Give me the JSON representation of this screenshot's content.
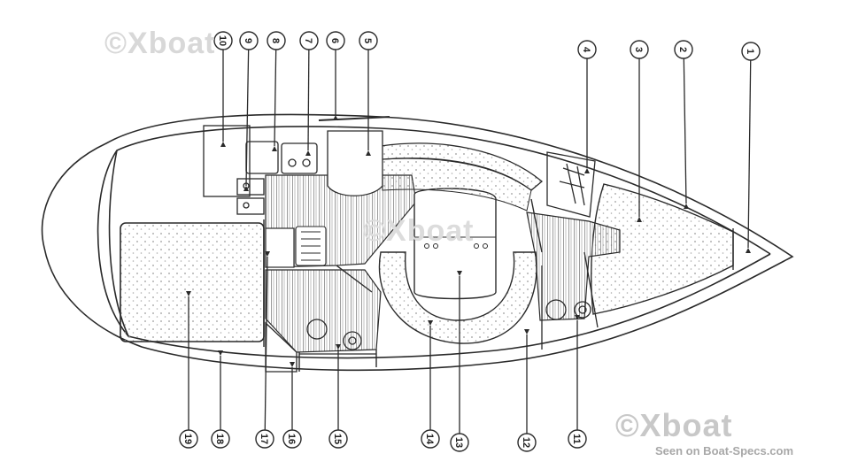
{
  "watermarks": {
    "top": "©Xboat",
    "middle": "©Xboat",
    "bottom": "©Xboat"
  },
  "credit": "Seen on Boat-Specs.com",
  "callouts": {
    "top": [
      "10",
      "9",
      "8",
      "7",
      "6",
      "5",
      "4",
      "3",
      "2",
      "1"
    ],
    "bottom": [
      "19",
      "18",
      "17",
      "16",
      "15",
      "14",
      "13",
      "12",
      "11"
    ]
  },
  "colors": {
    "line": "#2a2a2a",
    "sole": "#6a6a6a",
    "stipple": "#9a9a9a"
  }
}
